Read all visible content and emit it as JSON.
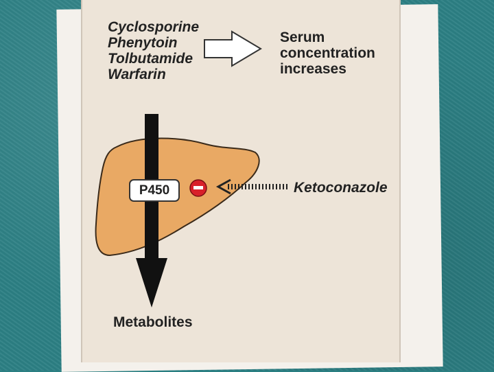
{
  "figure": {
    "drugs": [
      "Cyclosporine",
      "Phenytoin",
      "Tolbutamide",
      "Warfarin"
    ],
    "effect_lines": [
      "Serum",
      "concentration",
      "increases"
    ],
    "enzyme_label": "P450",
    "inhibitor_label": "Ketoconazole",
    "product_label": "Metabolites"
  },
  "colors": {
    "slide_background": "#2c8084",
    "card_background": "#ede4d8",
    "liver_fill": "#e9a964",
    "inhibit_marker": "#d8202a"
  },
  "icons": {
    "inhibition_sign": "minus-circle",
    "process_arrow": "down-arrow",
    "effect_arrow": "right-outline-arrow"
  }
}
